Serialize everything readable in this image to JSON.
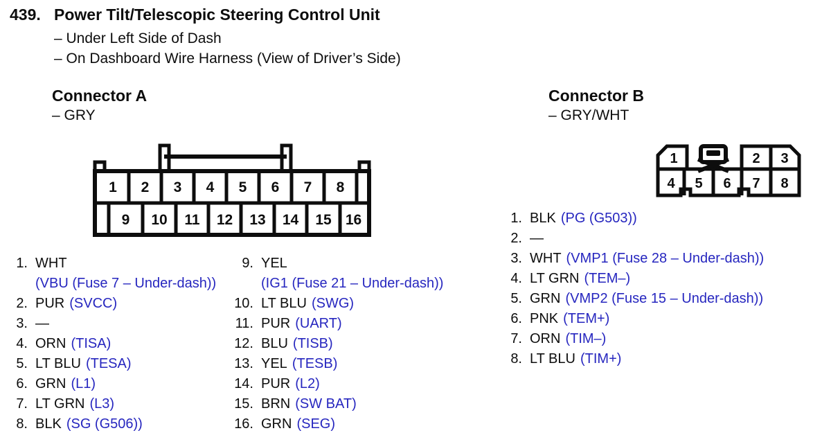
{
  "page": {
    "number": "439.",
    "title": "Power Tilt/Telescopic Steering Control Unit",
    "location_line1": "– Under Left Side of Dash",
    "location_line2": "– On Dashboard Wire Harness (View of Driver’s Side)"
  },
  "colors": {
    "ink": "#0d0d0d",
    "signal_blue": "#2626bf",
    "paper": "#ffffff"
  },
  "connector_a": {
    "heading": "Connector A",
    "color_label": "– GRY",
    "cells_top": [
      "1",
      "2",
      "3",
      "4",
      "5",
      "6",
      "7",
      "8"
    ],
    "cells_bottom": [
      "9",
      "10",
      "11",
      "12",
      "13",
      "14",
      "15",
      "16"
    ],
    "pins": [
      {
        "n": "1.",
        "wire": "WHT",
        "signal": "",
        "line2": "(VBU (Fuse 7 – Under-dash))"
      },
      {
        "n": "2.",
        "wire": "PUR",
        "signal": "(SVCC)"
      },
      {
        "n": "3.",
        "wire": "—",
        "signal": ""
      },
      {
        "n": "4.",
        "wire": "ORN",
        "signal": "(TISA)"
      },
      {
        "n": "5.",
        "wire": "LT BLU",
        "signal": "(TESA)"
      },
      {
        "n": "6.",
        "wire": "GRN",
        "signal": "(L1)"
      },
      {
        "n": "7.",
        "wire": "LT GRN",
        "signal": "(L3)"
      },
      {
        "n": "8.",
        "wire": "BLK",
        "signal": "(SG (G506))"
      },
      {
        "n": "9.",
        "wire": "YEL",
        "signal": "",
        "line2": "(IG1 (Fuse 21 – Under-dash))"
      },
      {
        "n": "10.",
        "wire": "LT BLU",
        "signal": "(SWG)"
      },
      {
        "n": "11.",
        "wire": "PUR",
        "signal": "(UART)"
      },
      {
        "n": "12.",
        "wire": "BLU",
        "signal": "(TISB)"
      },
      {
        "n": "13.",
        "wire": "YEL",
        "signal": "(TESB)"
      },
      {
        "n": "14.",
        "wire": "PUR",
        "signal": "(L2)"
      },
      {
        "n": "15.",
        "wire": "BRN",
        "signal": "(SW BAT)"
      },
      {
        "n": "16.",
        "wire": "GRN",
        "signal": "(SEG)"
      }
    ]
  },
  "connector_b": {
    "heading": "Connector B",
    "color_label": "– GRY/WHT",
    "cells_top": [
      "1",
      "2",
      "3"
    ],
    "cells_bottom": [
      "4",
      "5",
      "6",
      "7",
      "8"
    ],
    "pins": [
      {
        "n": "1.",
        "wire": "BLK",
        "signal": "(PG (G503))"
      },
      {
        "n": "2.",
        "wire": "—",
        "signal": ""
      },
      {
        "n": "3.",
        "wire": "WHT",
        "signal": "(VMP1 (Fuse 28 – Under-dash))"
      },
      {
        "n": "4.",
        "wire": "LT GRN",
        "signal": "(TEM–)"
      },
      {
        "n": "5.",
        "wire": "GRN",
        "signal": "(VMP2 (Fuse 15 – Under-dash))"
      },
      {
        "n": "6.",
        "wire": "PNK",
        "signal": "(TEM+)"
      },
      {
        "n": "7.",
        "wire": "ORN",
        "signal": "(TIM–)"
      },
      {
        "n": "8.",
        "wire": "LT BLU",
        "signal": "(TIM+)"
      }
    ]
  }
}
